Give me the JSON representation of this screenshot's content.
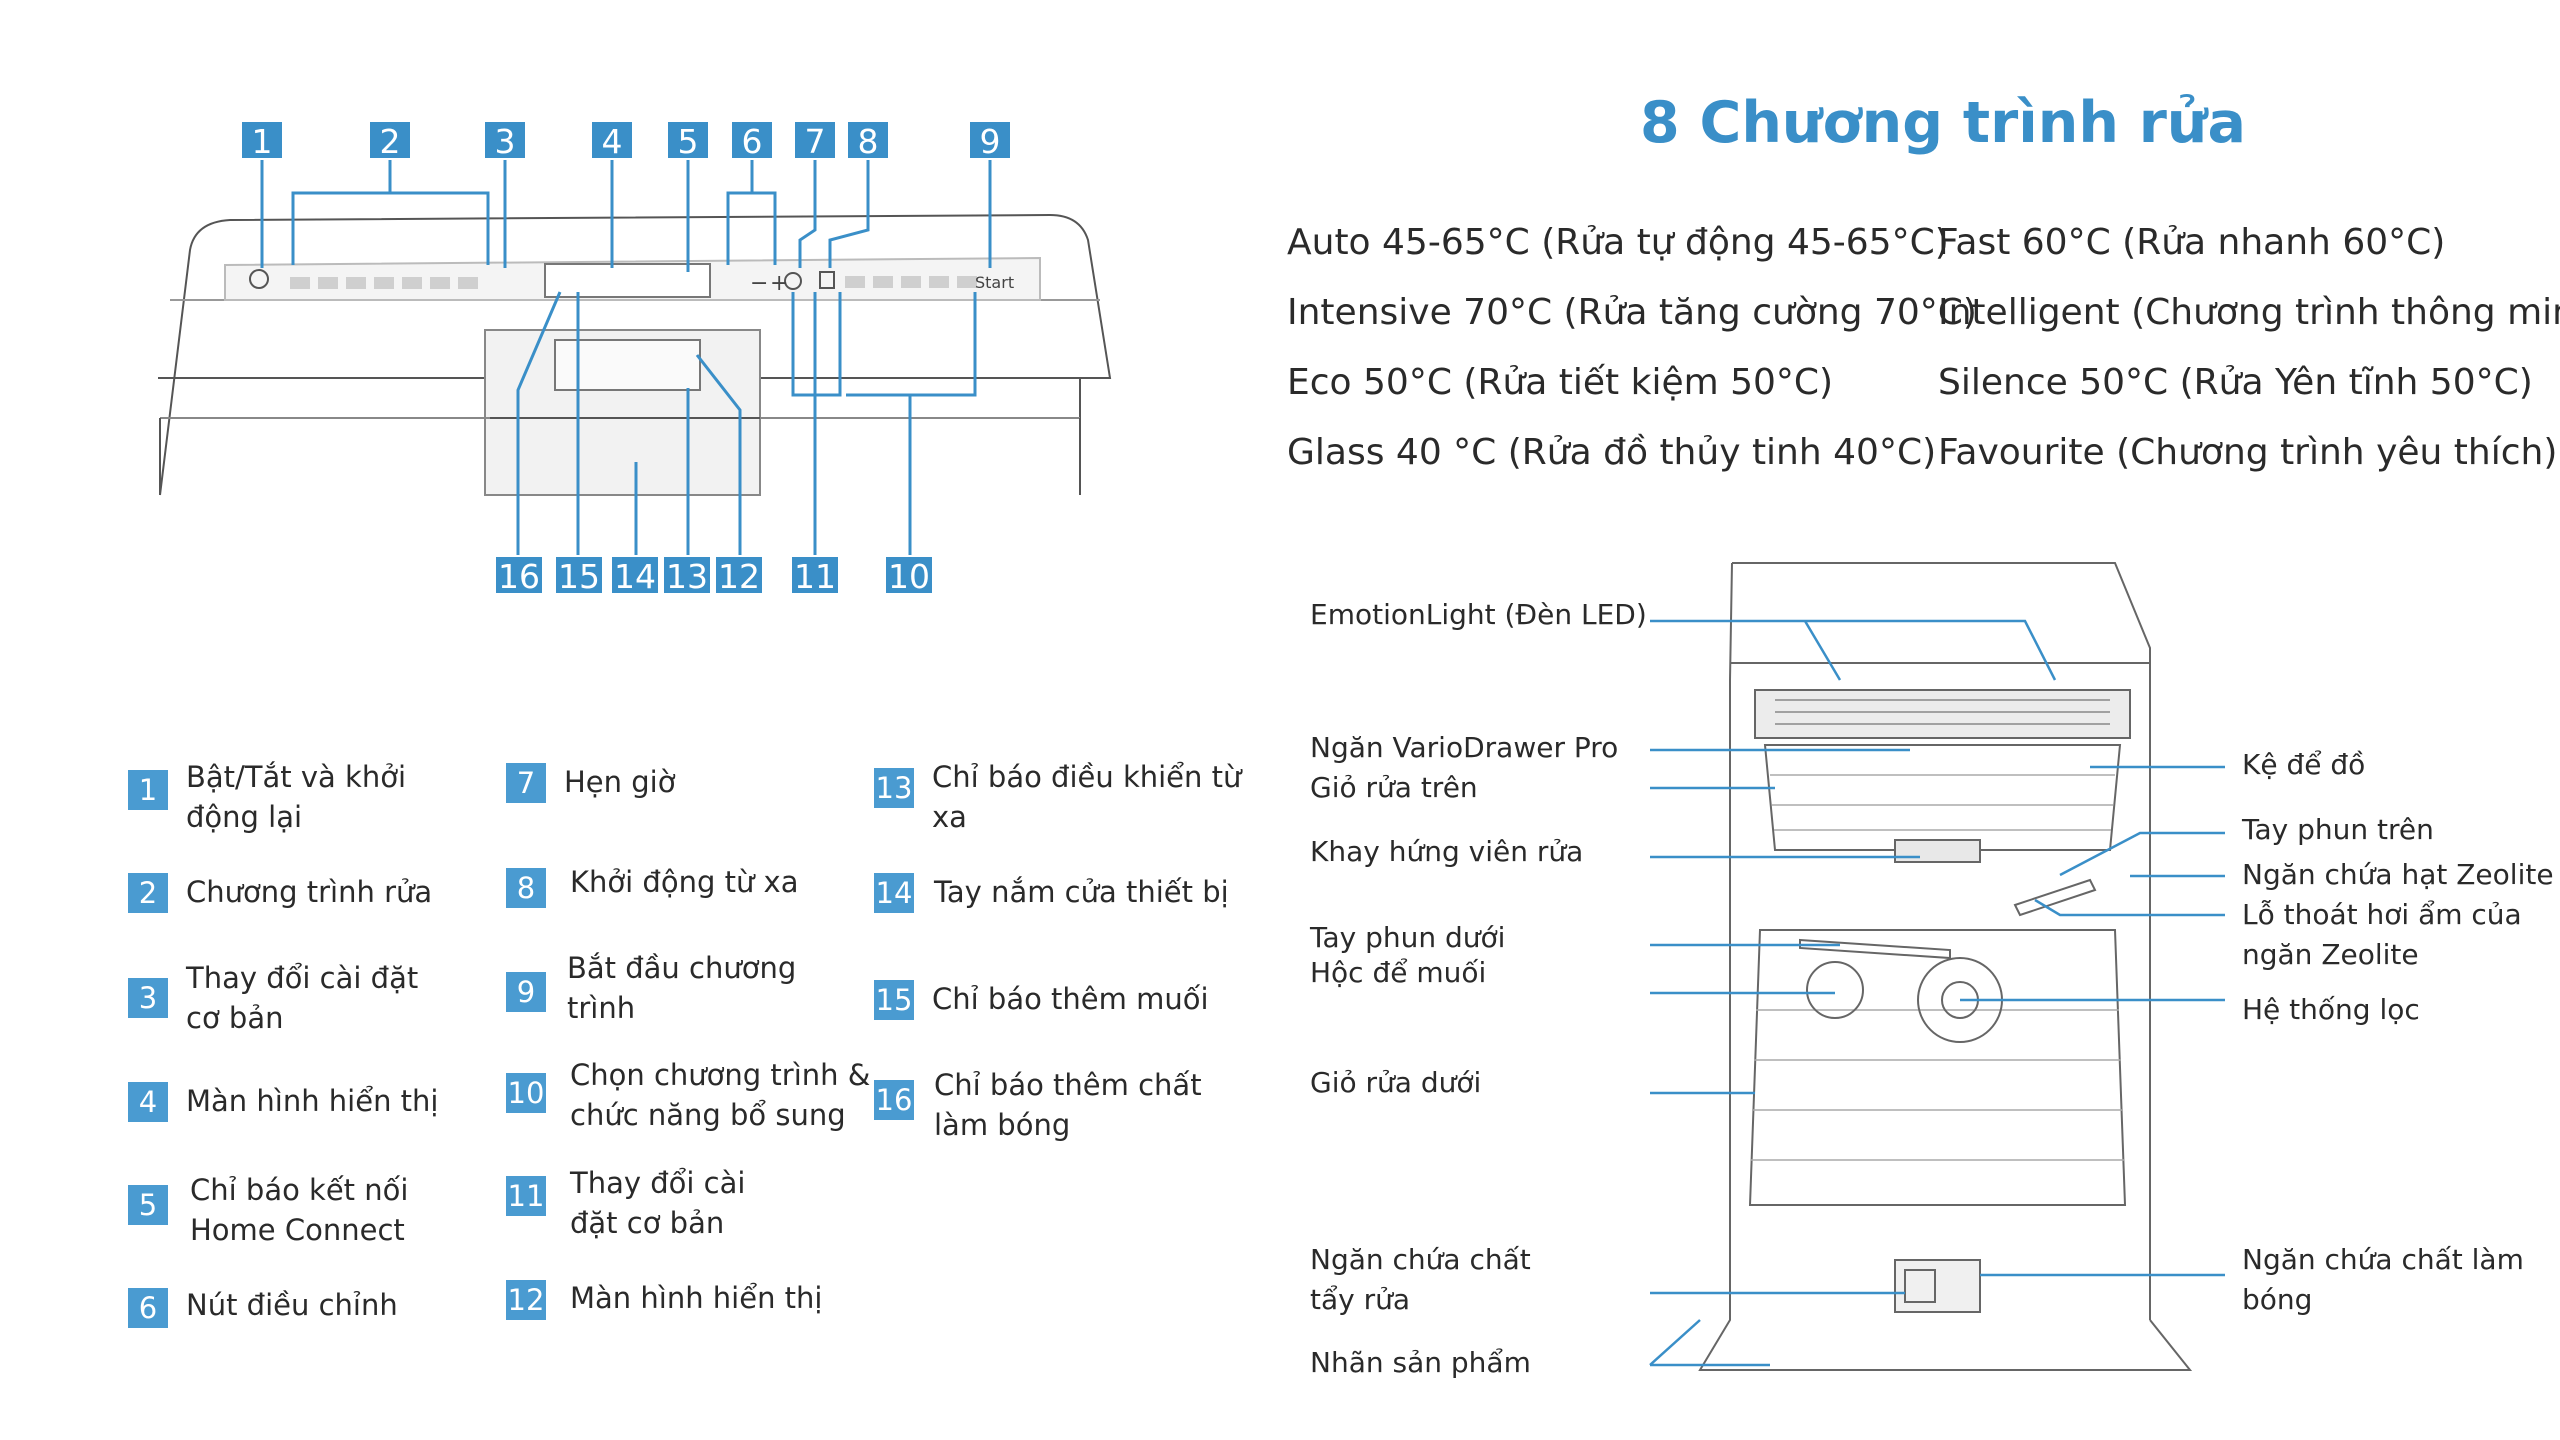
{
  "title": "8 Chương trình rửa",
  "programs": [
    "Auto 45-65°C (Rửa tự động 45-65°C)",
    "Fast 60°C (Rửa nhanh 60°C)",
    "Intensive 70°C (Rửa tăng cường 70°C)",
    "Intelligent (Chương trình thông minh)",
    "Eco 50°C (Rửa tiết kiệm 50°C)",
    "Silence 50°C (Rửa Yên tĩnh 50°C)",
    "Glass 40 °C (Rửa đồ thủy tinh 40°C)",
    "Favourite (Chương trình yêu thích)"
  ],
  "panel": {
    "top_numbers": [
      "1",
      "2",
      "3",
      "4",
      "5",
      "6",
      "7",
      "8",
      "9"
    ],
    "bottom_numbers": [
      "16",
      "15",
      "14",
      "13",
      "12",
      "11",
      "10"
    ],
    "start_text": "Start",
    "minus": "−",
    "plus": "+",
    "accent_color": "#3a8fc8"
  },
  "legend": [
    {
      "n": "1",
      "label": "Bật/Tắt và khởi động lại"
    },
    {
      "n": "2",
      "label": "Chương trình rửa"
    },
    {
      "n": "3",
      "label": "Thay đổi cài đặt cơ bản"
    },
    {
      "n": "4",
      "label": "Màn hình hiển thị"
    },
    {
      "n": "5",
      "label": "Chỉ báo kết nối Home Connect"
    },
    {
      "n": "6",
      "label": "Nút điều chỉnh"
    },
    {
      "n": "7",
      "label": "Hẹn giờ"
    },
    {
      "n": "8",
      "label": "Khởi động từ xa"
    },
    {
      "n": "9",
      "label": "Bắt đầu chương trình"
    },
    {
      "n": "10",
      "label": "Chọn chương trình & chức năng bổ sung"
    },
    {
      "n": "11",
      "label": "Thay đổi cài đặt cơ bản"
    },
    {
      "n": "12",
      "label": "Màn hình hiển thị"
    },
    {
      "n": "13",
      "label": "Chỉ báo điều khiển từ xa"
    },
    {
      "n": "14",
      "label": "Tay nắm cửa thiết bị"
    },
    {
      "n": "15",
      "label": "Chỉ báo thêm muối"
    },
    {
      "n": "16",
      "label": "Chỉ báo thêm chất làm bóng"
    }
  ],
  "parts_left": [
    "EmotionLight (Đèn LED)",
    "Ngăn VarioDrawer Pro",
    "Giỏ rửa trên",
    "Khay hứng viên rửa",
    "Tay phun dưới",
    "Hộc để muối",
    "Giỏ rửa dưới",
    "Ngăn chứa chất tẩy rửa",
    "Nhãn sản phẩm"
  ],
  "parts_right": [
    "Kệ để đồ",
    "Tay phun trên",
    "Ngăn chứa hạt Zeolite",
    "Lỗ thoát hơi ẩm của ngăn Zeolite",
    "Hệ thống lọc",
    "Ngăn chứa chất làm bóng"
  ]
}
